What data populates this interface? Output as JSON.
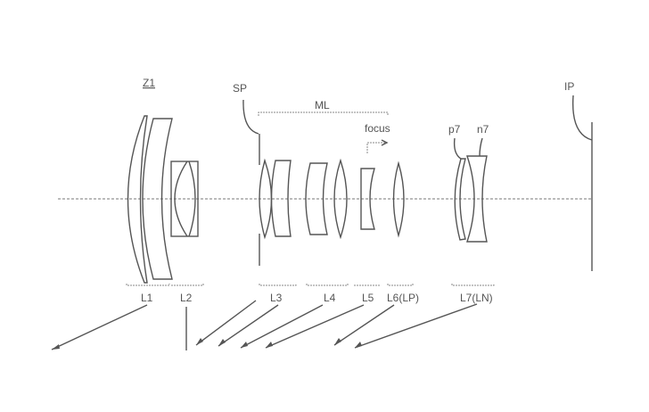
{
  "labels": {
    "zoom_lens": "Z1",
    "stop": "SP",
    "middle_group": "ML",
    "focus": "focus",
    "p7": "p7",
    "n7": "n7",
    "image_plane": "IP",
    "groups": [
      "L1",
      "L2",
      "L3",
      "L4",
      "L5",
      "L6(LP)",
      "L7(LN)"
    ]
  },
  "colors": {
    "line": "#555555",
    "background": "#ffffff"
  }
}
